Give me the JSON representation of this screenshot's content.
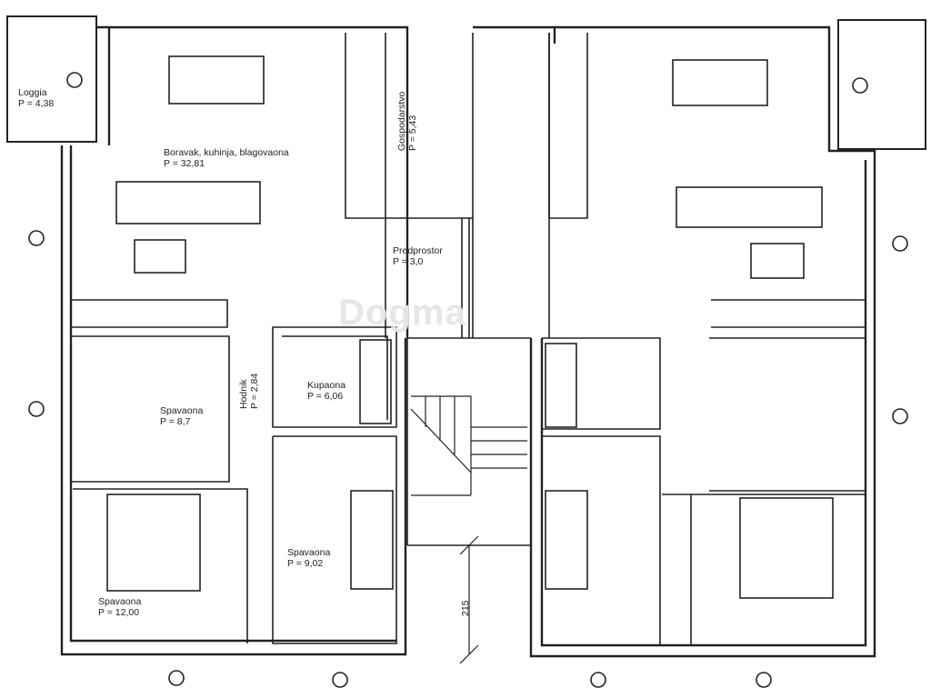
{
  "rooms": {
    "loggia": {
      "name": "Loggia",
      "area": "P = 4,38"
    },
    "kitchen": {
      "name": "Boravak, kuhinja, blagovaona",
      "area": "P = 32,81"
    },
    "utility": {
      "name": "Gospodarstvo",
      "area": "P = 5,43"
    },
    "hall": {
      "name": "Predprostor",
      "area": "P = 3,0"
    },
    "corridor": {
      "name": "Hodnik",
      "area": "P = 2,84"
    },
    "bath": {
      "name": "Kupaona",
      "area": "P = 6,06"
    },
    "bed1": {
      "name": "Spavaona",
      "area": "P = 8,7"
    },
    "bed2": {
      "name": "Spavaona",
      "area": "P = 9,02"
    },
    "bed3": {
      "name": "Spavaona",
      "area": "P = 12,00"
    }
  },
  "dimension": "215",
  "watermark": "Dogma"
}
